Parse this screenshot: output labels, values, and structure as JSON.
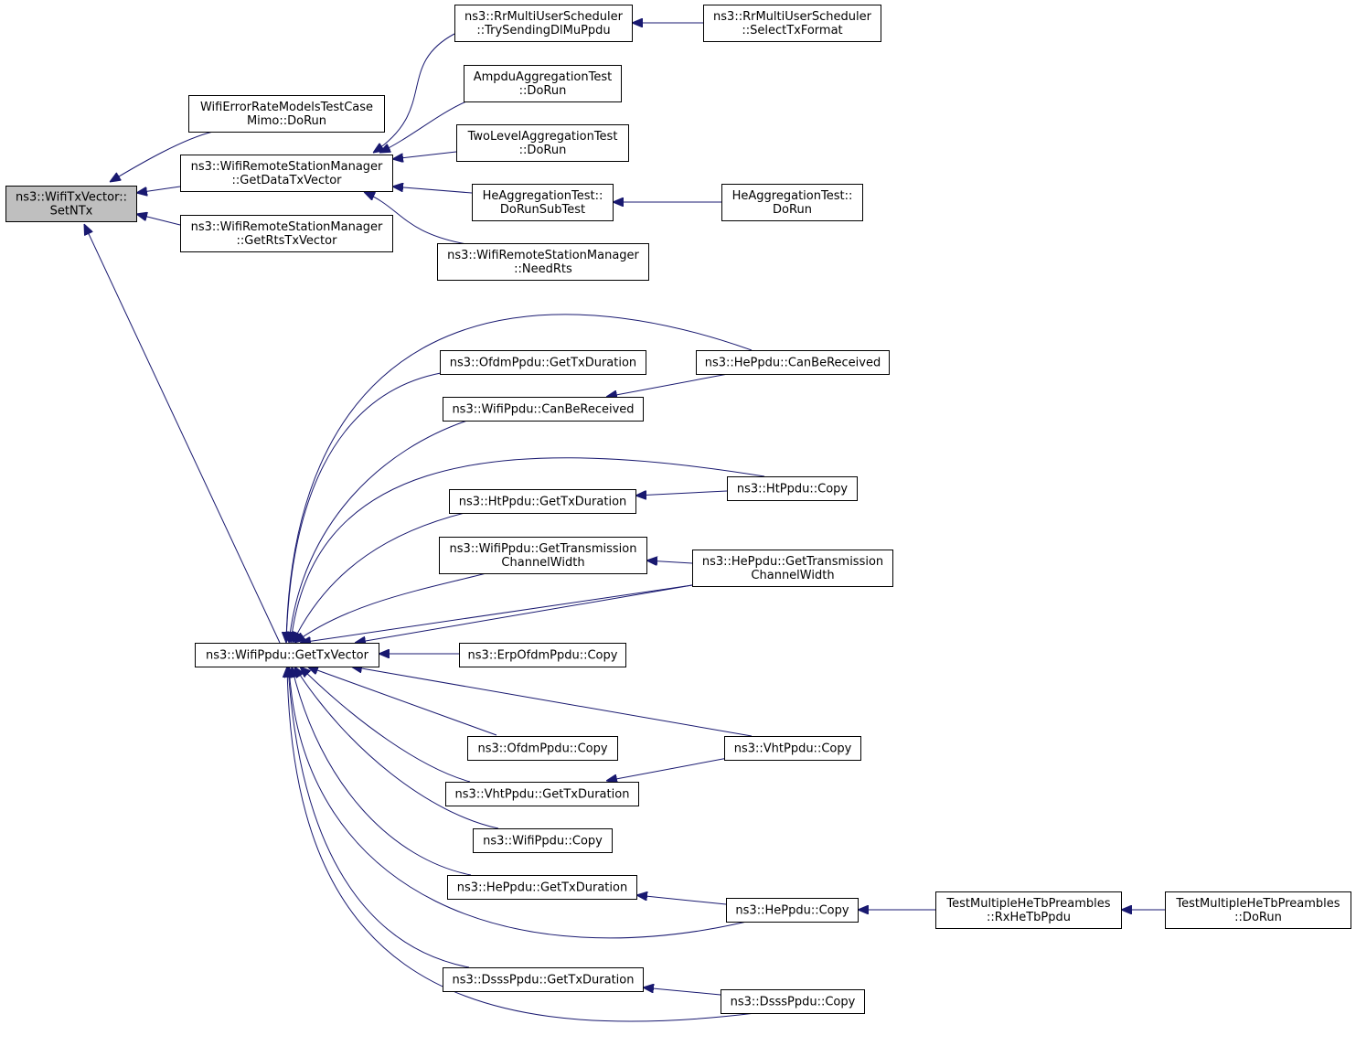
{
  "nodes": {
    "root": [
      "ns3::WifiTxVector::",
      "SetNTx"
    ],
    "errRate": [
      "WifiErrorRateModelsTestCase",
      "Mimo::DoRun"
    ],
    "getData": [
      "ns3::WifiRemoteStationManager",
      "::GetDataTxVector"
    ],
    "getRts": [
      "ns3::WifiRemoteStationManager",
      "::GetRtsTxVector"
    ],
    "getTx": [
      "ns3::WifiPpdu::GetTxVector"
    ],
    "rrTry": [
      "ns3::RrMultiUserScheduler",
      "::TrySendingDlMuPpdu"
    ],
    "rrSel": [
      "ns3::RrMultiUserScheduler",
      "::SelectTxFormat"
    ],
    "ampdu": [
      "AmpduAggregationTest",
      "::DoRun"
    ],
    "twoLvl": [
      "TwoLevelAggregationTest",
      "::DoRun"
    ],
    "heAggSub": [
      "HeAggregationTest::",
      "DoRunSubTest"
    ],
    "heAggRun": [
      "HeAggregationTest::",
      "DoRun"
    ],
    "needRts": [
      "ns3::WifiRemoteStationManager",
      "::NeedRts"
    ],
    "ofdmDur": [
      "ns3::OfdmPpdu::GetTxDuration"
    ],
    "heCanRx": [
      "ns3::HePpdu::CanBeReceived"
    ],
    "wifiCanRx": [
      "ns3::WifiPpdu::CanBeReceived"
    ],
    "htDur": [
      "ns3::HtPpdu::GetTxDuration"
    ],
    "htCopy": [
      "ns3::HtPpdu::Copy"
    ],
    "wifiChW": [
      "ns3::WifiPpdu::GetTransmission",
      "ChannelWidth"
    ],
    "heChW": [
      "ns3::HePpdu::GetTransmission",
      "ChannelWidth"
    ],
    "erpCopy": [
      "ns3::ErpOfdmPpdu::Copy"
    ],
    "ofdmCopy": [
      "ns3::OfdmPpdu::Copy"
    ],
    "vhtCopy": [
      "ns3::VhtPpdu::Copy"
    ],
    "vhtDur": [
      "ns3::VhtPpdu::GetTxDuration"
    ],
    "wifiCopy": [
      "ns3::WifiPpdu::Copy"
    ],
    "heDur": [
      "ns3::HePpdu::GetTxDuration"
    ],
    "heCopy": [
      "ns3::HePpdu::Copy"
    ],
    "tmRx": [
      "TestMultipleHeTbPreambles",
      "::RxHeTbPpdu"
    ],
    "tmRun": [
      "TestMultipleHeTbPreambles",
      "::DoRun"
    ],
    "dsssDur": [
      "ns3::DsssPpdu::GetTxDuration"
    ],
    "dsssCopy": [
      "ns3::DsssPpdu::Copy"
    ]
  },
  "colors": {
    "edge": "#191970",
    "root_fill": "#bfbfbf",
    "node_fill": "#ffffff",
    "node_border": "#000000"
  }
}
